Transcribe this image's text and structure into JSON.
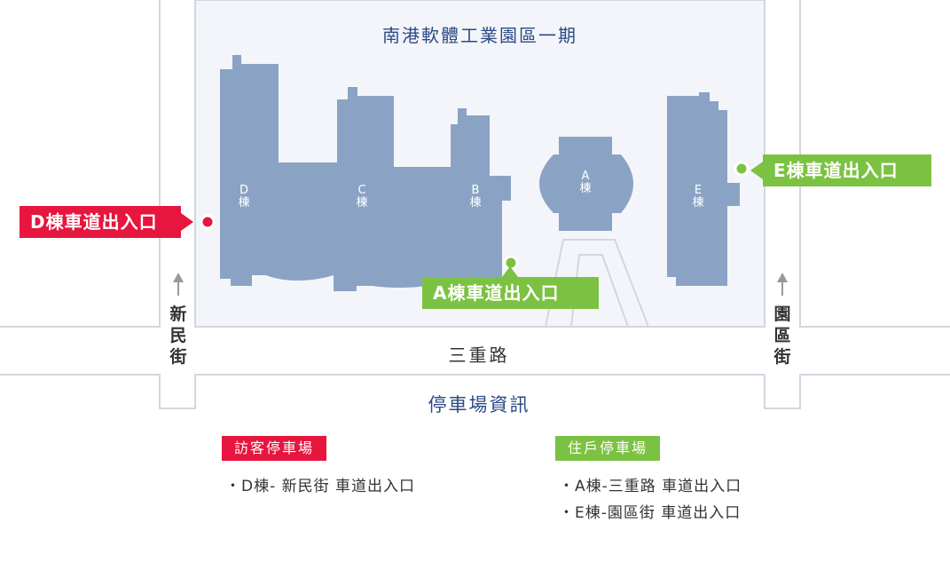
{
  "map": {
    "park_title": "南港軟體工業園區一期",
    "buildings": [
      {
        "id": "d",
        "letter": "D",
        "suffix": "棟"
      },
      {
        "id": "c",
        "letter": "C",
        "suffix": "棟"
      },
      {
        "id": "b",
        "letter": "B",
        "suffix": "棟"
      },
      {
        "id": "a",
        "letter": "A",
        "suffix": "棟"
      },
      {
        "id": "e",
        "letter": "E",
        "suffix": "棟"
      }
    ],
    "streets": {
      "left": [
        "新",
        "民",
        "街"
      ],
      "right": [
        "園",
        "區",
        "街"
      ],
      "bottom": "三重路"
    },
    "entrances": {
      "d": "D棟車道出入口",
      "a": "A棟車道出入口",
      "e": "E棟車道出入口"
    }
  },
  "parking": {
    "title": "停車場資訊",
    "visitor": {
      "label": "訪客停車場",
      "entries": [
        "・D棟- 新民街 車道出入口"
      ]
    },
    "resident": {
      "label": "住戶停車場",
      "entries": [
        "・A棟-三重路 車道出入口",
        "・E棟-園區街 車道出入口"
      ]
    }
  },
  "colors": {
    "building": "#8aa3c4",
    "park_area": "#f3f5fa",
    "road_outline": "#d2d7df",
    "visitor_red": "#e6163f",
    "resident_green": "#7cc242",
    "title_blue": "#2c4a86"
  }
}
